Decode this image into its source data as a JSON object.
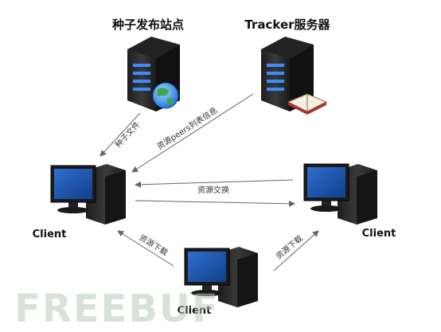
{
  "nodes": {
    "seed_site": {
      "label": "种子发布站点"
    },
    "tracker": {
      "label": "Tracker服务器"
    },
    "client_left": {
      "label": "Client"
    },
    "client_right": {
      "label": "Client"
    },
    "client_bottom": {
      "label": "Client"
    }
  },
  "edges": {
    "seed_file": {
      "label": "种子文件"
    },
    "peers_info": {
      "label": "资源peers列表信息"
    },
    "exchange": {
      "label": "资源交换"
    },
    "download_left": {
      "label": "资源下载"
    },
    "download_right": {
      "label": "资源下载"
    }
  },
  "watermark": {
    "text": "FREEBUF"
  },
  "colors": {
    "screen": "#1f57b5",
    "tower": "#2b2b2b",
    "arrow": "#666666"
  }
}
